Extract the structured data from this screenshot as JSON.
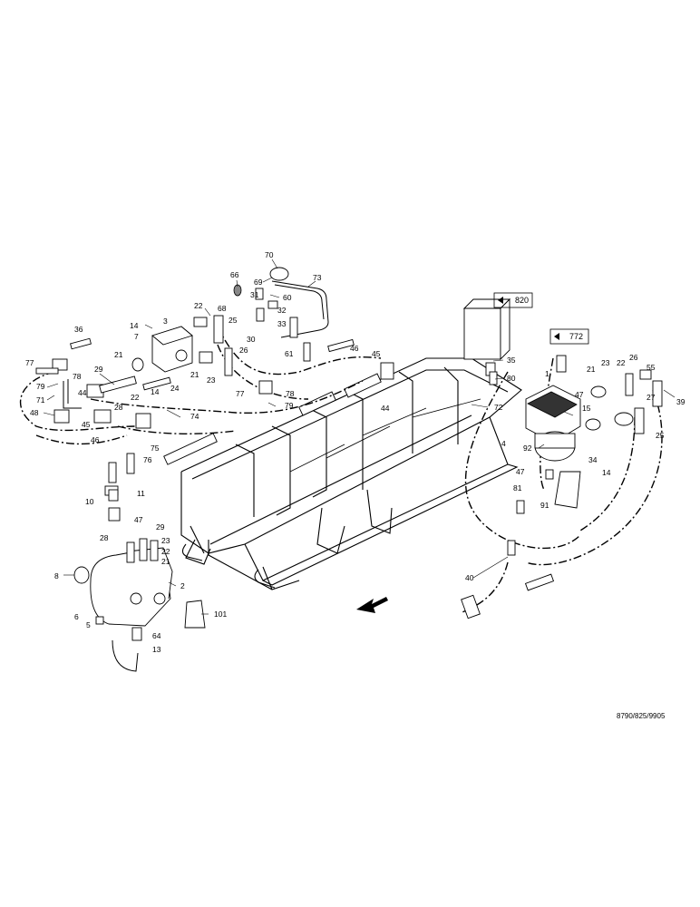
{
  "drawing_code": "8790/825/9905",
  "reference_boxes": [
    {
      "id": "ref-820",
      "label": "820"
    },
    {
      "id": "ref-772",
      "label": "772"
    }
  ],
  "callouts": [
    "70",
    "69",
    "66",
    "73",
    "60",
    "68",
    "31",
    "32",
    "33",
    "22",
    "25",
    "14",
    "3",
    "7",
    "30",
    "26",
    "61",
    "46",
    "45",
    "36",
    "77",
    "78",
    "21",
    "29",
    "79",
    "44",
    "71",
    "48",
    "45",
    "46",
    "28",
    "22",
    "24",
    "23",
    "21",
    "14",
    "74",
    "75",
    "76",
    "77",
    "78",
    "79",
    "44",
    "72",
    "35",
    "80",
    "1",
    "47",
    "21",
    "23",
    "22",
    "26",
    "55",
    "39",
    "27",
    "15",
    "25",
    "92",
    "34",
    "14",
    "4",
    "47",
    "81",
    "91",
    "10",
    "11",
    "47",
    "29",
    "28",
    "23",
    "22",
    "21",
    "8",
    "2",
    "6",
    "5",
    "64",
    "13",
    "101",
    "40"
  ]
}
